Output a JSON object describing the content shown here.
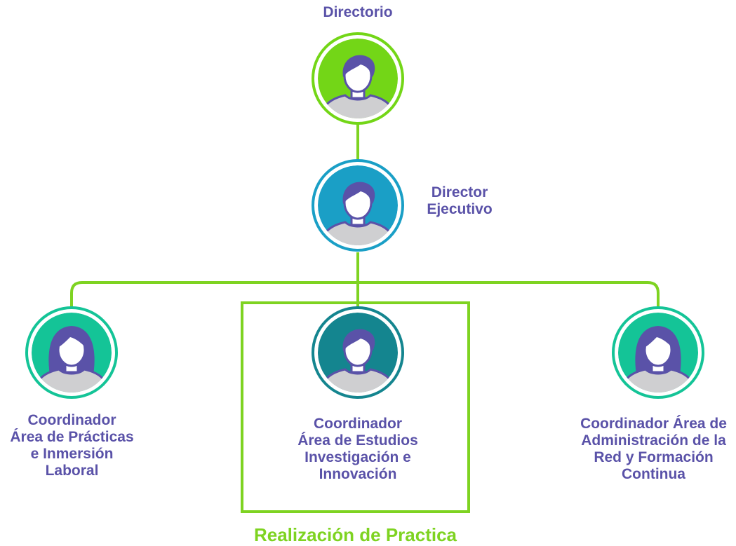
{
  "nodes": {
    "directorio": {
      "title": "Directorio",
      "color": "#73d617",
      "gender": "male"
    },
    "director_ejecutivo": {
      "title": "Director\nEjecutivo",
      "color": "#1a9fc6",
      "gender": "male"
    },
    "coord_practicas": {
      "title": "Coordinador\nÁrea de Prácticas\ne Inmersión\nLaboral",
      "color": "#14c497",
      "gender": "female"
    },
    "coord_estudios": {
      "title": "Coordinador\nÁrea de Estudios\nInvestigación e\nInnovación",
      "color": "#14858f",
      "gender": "male"
    },
    "coord_administracion": {
      "title": "Coordinador Área de\nAdministración de la\nRed y Formación\nContinua",
      "color": "#14c497",
      "gender": "female"
    }
  },
  "highlight": {
    "caption": "Realización de Practica",
    "color": "#7ed321"
  },
  "colors": {
    "connector": "#7ed321",
    "label": "#5a52a8",
    "avatar_hair": "#5a52a8",
    "avatar_body": "#cfcfd1"
  }
}
